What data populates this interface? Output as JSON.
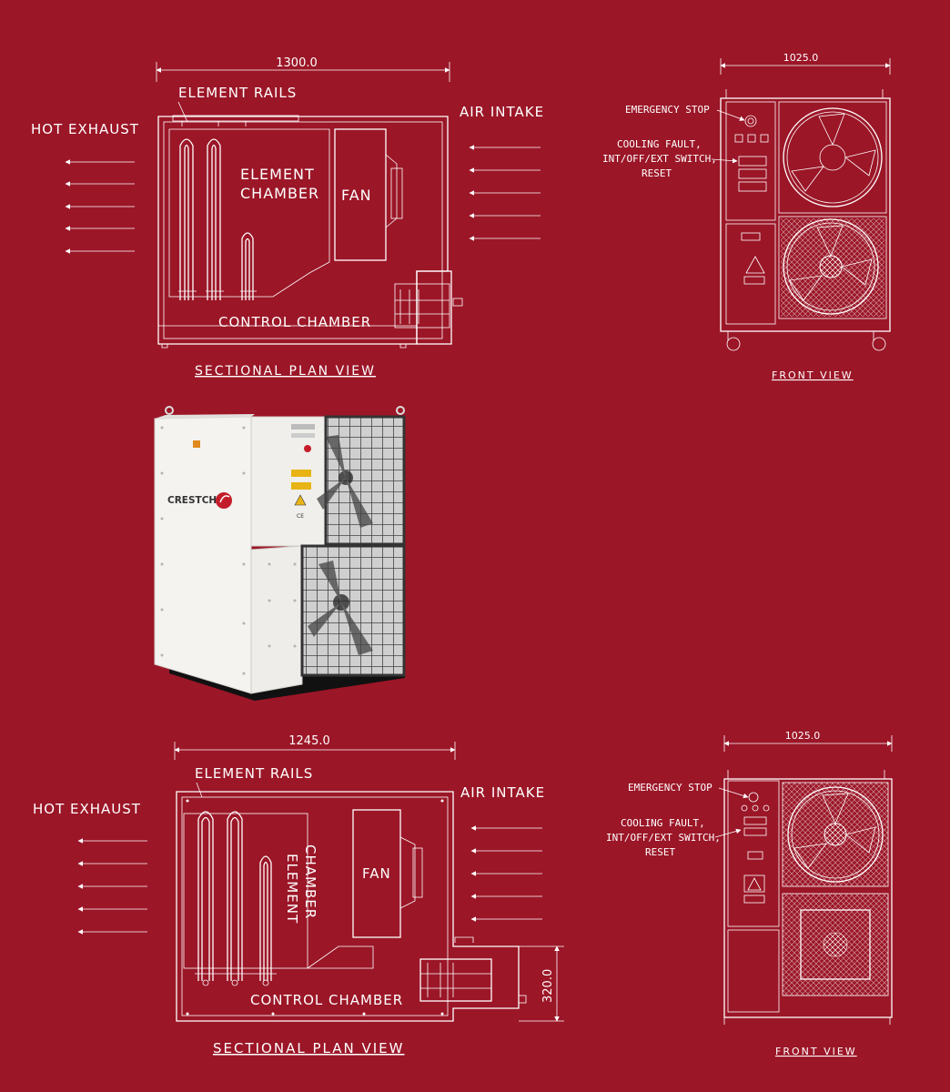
{
  "top_section": {
    "width_dim": "1300.0",
    "element_rails": "ELEMENT RAILS",
    "hot_exhaust": "HOT EXHAUST",
    "air_intake": "AIR INTAKE",
    "element_chamber_1": "ELEMENT",
    "element_chamber_2": "CHAMBER",
    "fan": "FAN",
    "control_chamber": "CONTROL CHAMBER",
    "caption": "SECTIONAL PLAN VIEW"
  },
  "top_front": {
    "width_dim": "1025.0",
    "emergency_stop": "EMERGENCY STOP",
    "cooling_fault_1": "COOLING FAULT,",
    "cooling_fault_2": "INT/OFF/EXT SWITCH,",
    "cooling_fault_3": "RESET",
    "caption": "FRONT VIEW"
  },
  "product": {
    "brand": "CRESTCHIC",
    "ce_mark": "CE"
  },
  "bottom_section": {
    "width_dim": "1245.0",
    "height_dim": "320.0",
    "element_rails": "ELEMENT RAILS",
    "hot_exhaust": "HOT EXHAUST",
    "air_intake": "AIR INTAKE",
    "element_chamber_1": "ELEMENT",
    "element_chamber_2": "CHAMBER",
    "fan": "FAN",
    "control_chamber": "CONTROL CHAMBER",
    "caption": "SECTIONAL PLAN VIEW"
  },
  "bottom_front": {
    "width_dim": "1025.0",
    "emergency_stop": "EMERGENCY STOP",
    "cooling_fault_1": "COOLING FAULT,",
    "cooling_fault_2": "INT/OFF/EXT SWITCH,",
    "cooling_fault_3": "RESET",
    "caption": "FRONT VIEW"
  }
}
